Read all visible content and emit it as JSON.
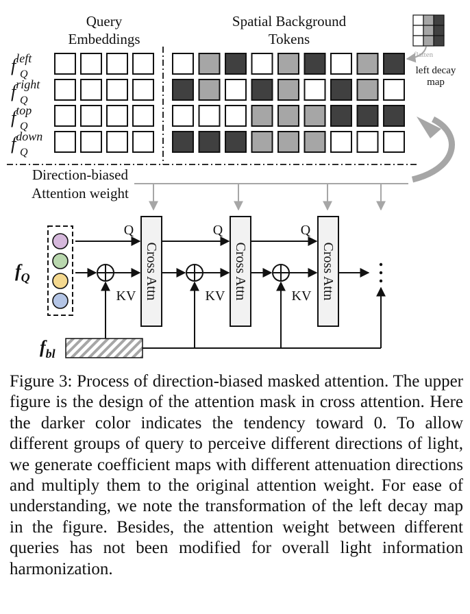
{
  "figure": {
    "query_title": [
      "Query",
      "Embeddings"
    ],
    "spatial_title": [
      "Spatial Background",
      "Tokens"
    ],
    "rows": [
      {
        "base": "f",
        "sub": "Q",
        "sup": "left",
        "mask": [
          "white",
          "light",
          "dark",
          "white",
          "light",
          "dark",
          "white",
          "light",
          "dark"
        ]
      },
      {
        "base": "f",
        "sub": "Q",
        "sup": "right",
        "mask": [
          "dark",
          "light",
          "white",
          "dark",
          "light",
          "white",
          "dark",
          "light",
          "white"
        ]
      },
      {
        "base": "f",
        "sub": "Q",
        "sup": "top",
        "mask": [
          "white",
          "white",
          "white",
          "light",
          "light",
          "light",
          "dark",
          "dark",
          "dark"
        ]
      },
      {
        "base": "f",
        "sub": "Q",
        "sup": "down",
        "mask": [
          "dark",
          "dark",
          "dark",
          "light",
          "light",
          "light",
          "white",
          "white",
          "white"
        ]
      }
    ],
    "decay_map": {
      "cells": [
        "white",
        "light",
        "dark",
        "white",
        "light",
        "dark",
        "white",
        "light",
        "dark"
      ],
      "flatten_label": "flatten",
      "label": [
        "left decay",
        "map"
      ]
    },
    "attention_label": [
      "Direction-biased",
      "Attention weight"
    ],
    "f_q": {
      "base": "f",
      "sub": "Q"
    },
    "f_bl": {
      "base": "f",
      "sub": "bl"
    },
    "stages": [
      {
        "q_label": "Q",
        "kv_label": "KV",
        "attn_label": "Cross Attn"
      },
      {
        "q_label": "Q",
        "kv_label": "KV",
        "attn_label": "Cross Attn"
      },
      {
        "q_label": "Q",
        "kv_label": "KV",
        "attn_label": "Cross Attn"
      }
    ],
    "query_colors": [
      "#d6b8dc",
      "#b9d8ae",
      "#f5d98f",
      "#b4c5e6"
    ],
    "colors": {
      "white": "#ffffff",
      "light": "#a6a6a6",
      "dark": "#404040",
      "arrow_gray": "#a6a6a6",
      "box_fill": "#f2f2f2"
    }
  },
  "caption": "Figure 3: Process of direction-biased masked attention. The upper figure is the design of the attention mask in cross attention. Here the darker color indicates the tendency toward 0. To allow different groups of query to perceive different directions of light, we generate coefficient maps with different attenuation directions and multiply them to the original attention weight. For ease of understanding, we note the transformation of the left decay map in the figure. Besides, the attention weight between different queries has not been modified for overall light information harmonization."
}
